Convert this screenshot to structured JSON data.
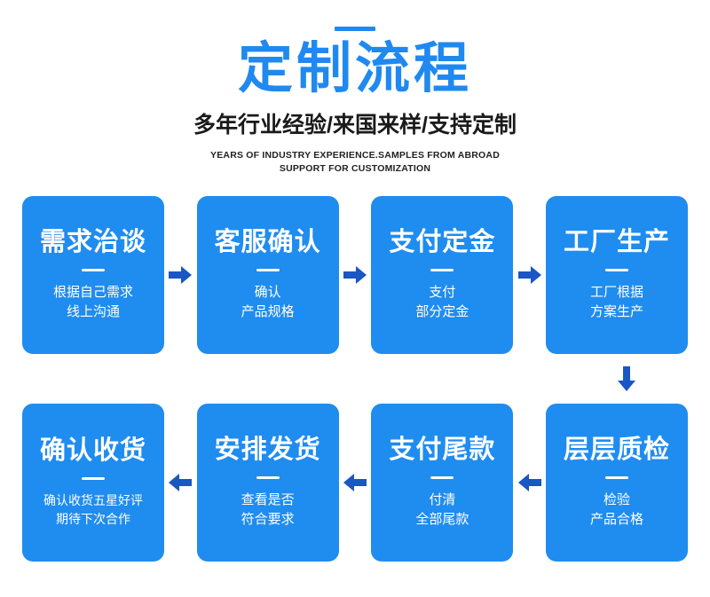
{
  "header": {
    "accent_color": "#2089f0",
    "title": "定制流程",
    "subtitle": "多年行业经验/来国来样/支持定制",
    "english_line1": "YEARS OF INDUSTRY EXPERIENCE.SAMPLES FROM ABROAD",
    "english_line2": "SUPPORT FOR CUSTOMIZATION"
  },
  "theme": {
    "card_blue": "#1f8cf0",
    "arrow_blue": "#1a56c4",
    "title_blue": "#2089f0",
    "text_white": "#ffffff"
  },
  "flow": {
    "row_top": [
      {
        "title": "需求治谈",
        "desc_line1": "根据自己需求",
        "desc_line2": "线上沟通"
      },
      {
        "title": "客服确认",
        "desc_line1": "确认",
        "desc_line2": "产品规格"
      },
      {
        "title": "支付定金",
        "desc_line1": "支付",
        "desc_line2": "部分定金"
      },
      {
        "title": "工厂生产",
        "desc_line1": "工厂根据",
        "desc_line2": "方案生产"
      }
    ],
    "row_bottom": [
      {
        "title": "确认收货",
        "desc_line1": "确认收货五星好评",
        "desc_line2": "期待下次合作"
      },
      {
        "title": "安排发货",
        "desc_line1": "查看是否",
        "desc_line2": "符合要求"
      },
      {
        "title": "支付尾款",
        "desc_line1": "付清",
        "desc_line2": "全部尾款"
      },
      {
        "title": "层层质检",
        "desc_line1": "检验",
        "desc_line2": "产品合格"
      }
    ],
    "arrows": {
      "right_icon": "arrow-right-icon",
      "left_icon": "arrow-left-icon",
      "down_icon": "arrow-down-icon"
    }
  }
}
